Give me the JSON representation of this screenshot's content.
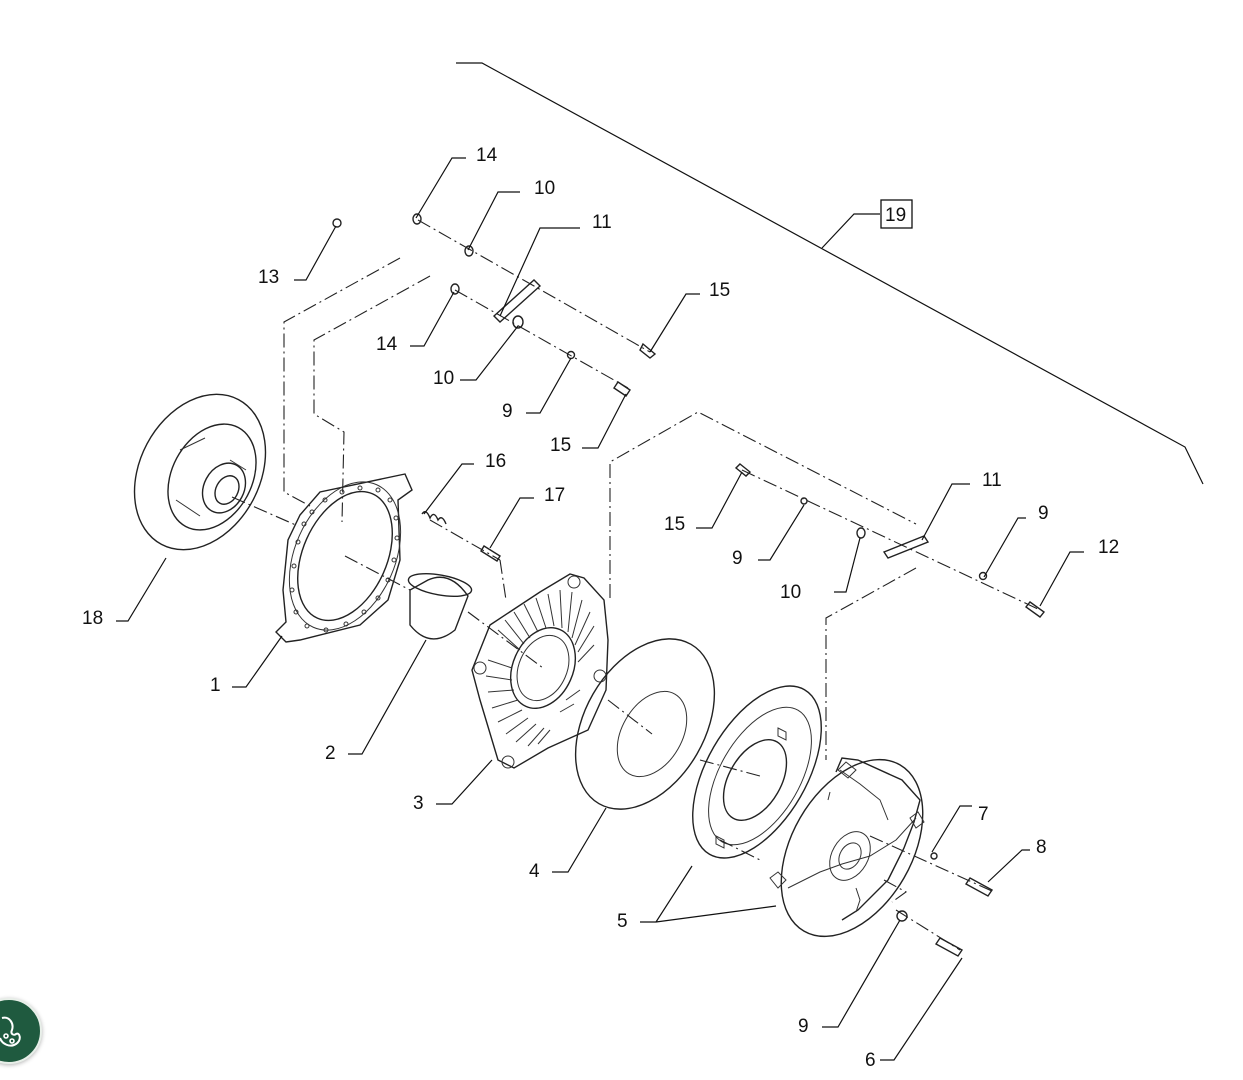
{
  "diagram": {
    "callouts": [
      {
        "id": "c18",
        "text": "18"
      },
      {
        "id": "c1",
        "text": "1"
      },
      {
        "id": "c2",
        "text": "2"
      },
      {
        "id": "c3",
        "text": "3"
      },
      {
        "id": "c4",
        "text": "4"
      },
      {
        "id": "c5",
        "text": "5"
      },
      {
        "id": "c6",
        "text": "6"
      },
      {
        "id": "c7",
        "text": "7"
      },
      {
        "id": "c8",
        "text": "8"
      },
      {
        "id": "c9a",
        "text": "9"
      },
      {
        "id": "c9b",
        "text": "9"
      },
      {
        "id": "c9c",
        "text": "9"
      },
      {
        "id": "c9d",
        "text": "9"
      },
      {
        "id": "c10a",
        "text": "10"
      },
      {
        "id": "c10b",
        "text": "10"
      },
      {
        "id": "c10c",
        "text": "10"
      },
      {
        "id": "c11a",
        "text": "11"
      },
      {
        "id": "c11b",
        "text": "11"
      },
      {
        "id": "c12",
        "text": "12"
      },
      {
        "id": "c13",
        "text": "13"
      },
      {
        "id": "c14a",
        "text": "14"
      },
      {
        "id": "c14b",
        "text": "14"
      },
      {
        "id": "c15a",
        "text": "15"
      },
      {
        "id": "c15b",
        "text": "15"
      },
      {
        "id": "c15c",
        "text": "15"
      },
      {
        "id": "c16",
        "text": "16"
      },
      {
        "id": "c17",
        "text": "17"
      },
      {
        "id": "c19",
        "text": "19"
      }
    ]
  },
  "helper_button": {
    "icon": "palette-icon",
    "color": "#1f5a3f"
  }
}
